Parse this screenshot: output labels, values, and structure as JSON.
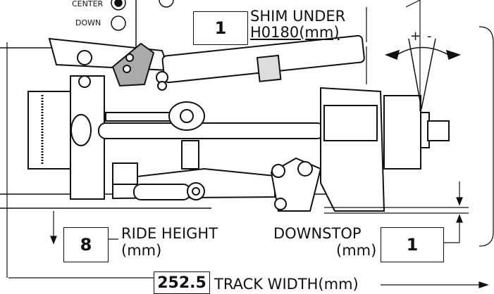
{
  "camber_selector": {
    "center_label": "CENTER",
    "down_label": "DOWN"
  },
  "shim": {
    "value": "1",
    "label_line1": "SHIM UNDER",
    "label_line2": "H0180(mm)"
  },
  "camber": {
    "plus_sign": "+",
    "minus_sign": "-"
  },
  "ride_height": {
    "value": "8",
    "label_line1": "RIDE HEIGHT",
    "label_line2": "(mm)"
  },
  "downstop": {
    "value": "1",
    "label_line1": "DOWNSTOP",
    "label_line2": "(mm)"
  },
  "track_width": {
    "value": "252.5",
    "label": "TRACK WIDTH(mm)"
  }
}
